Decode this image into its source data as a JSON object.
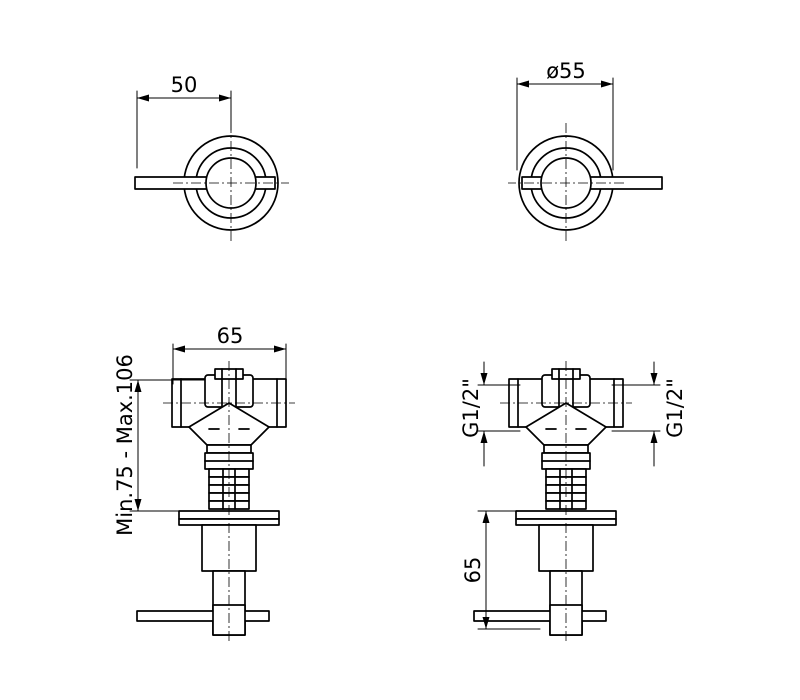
{
  "dimensions": {
    "top_left_width": "50",
    "top_right_diameter": "ø55",
    "bottom_left_width": "65",
    "bottom_left_depth": "Min.75  -  Max.106",
    "bottom_right_thread_left": "G1/2\"",
    "bottom_right_thread_right": "G1/2\"",
    "bottom_right_height": "65"
  }
}
